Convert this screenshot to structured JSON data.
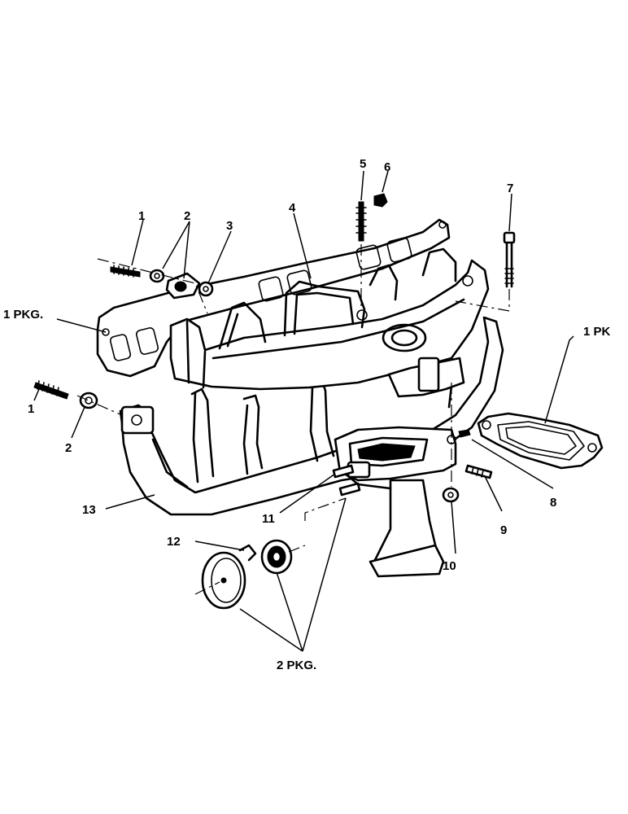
{
  "callouts": {
    "c1a": "1",
    "c2a": "2",
    "c3": "3",
    "c4": "4",
    "c5": "5",
    "c6": "6",
    "c7": "7",
    "pkg_left": "1 PKG.",
    "pkg_right": "1 PK",
    "c1b": "1",
    "c2b": "2",
    "c8": "8",
    "c9": "9",
    "c10": "10",
    "c11": "11",
    "c12": "12",
    "c13": "13",
    "pkg_bottom": "2 PKG."
  },
  "colors": {
    "ink": "#000000",
    "paper": "#ffffff"
  }
}
